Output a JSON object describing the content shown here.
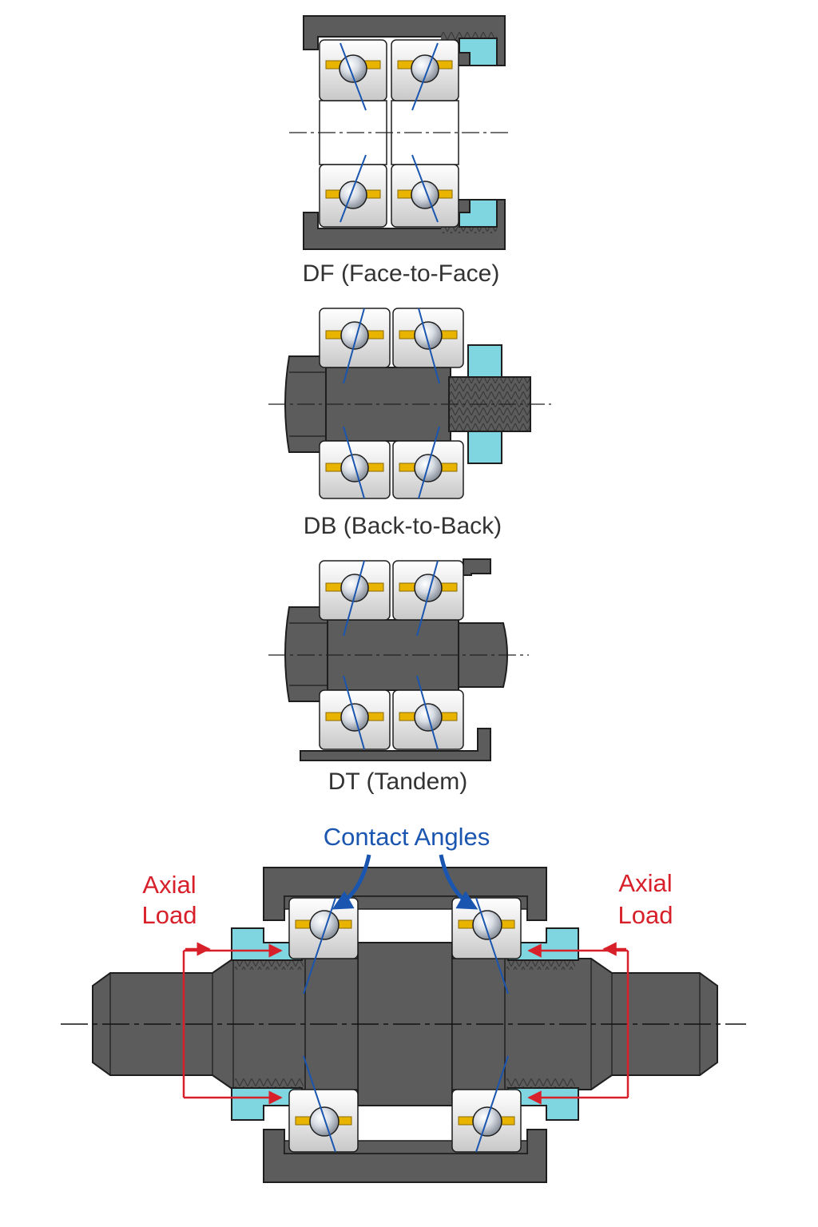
{
  "labels": {
    "df": "DF (Face-to-Face)",
    "db": "DB (Back-to-Back)",
    "dt": "DT (Tandem)",
    "contact_angles": "Contact Angles",
    "axial_left_1": "Axial",
    "axial_left_2": "Load",
    "axial_right_1": "Axial",
    "axial_right_2": "Load"
  },
  "colors": {
    "steel": "#5c5c5c",
    "steel_outline": "#1e1e1e",
    "nut": "#7fd6e0",
    "cage": "#e8b400",
    "ring": "#ececec",
    "contact_line": "#1a56b0",
    "label_blue": "#1a56b0",
    "label_red": "#d8202a",
    "label_dark": "#333333"
  }
}
